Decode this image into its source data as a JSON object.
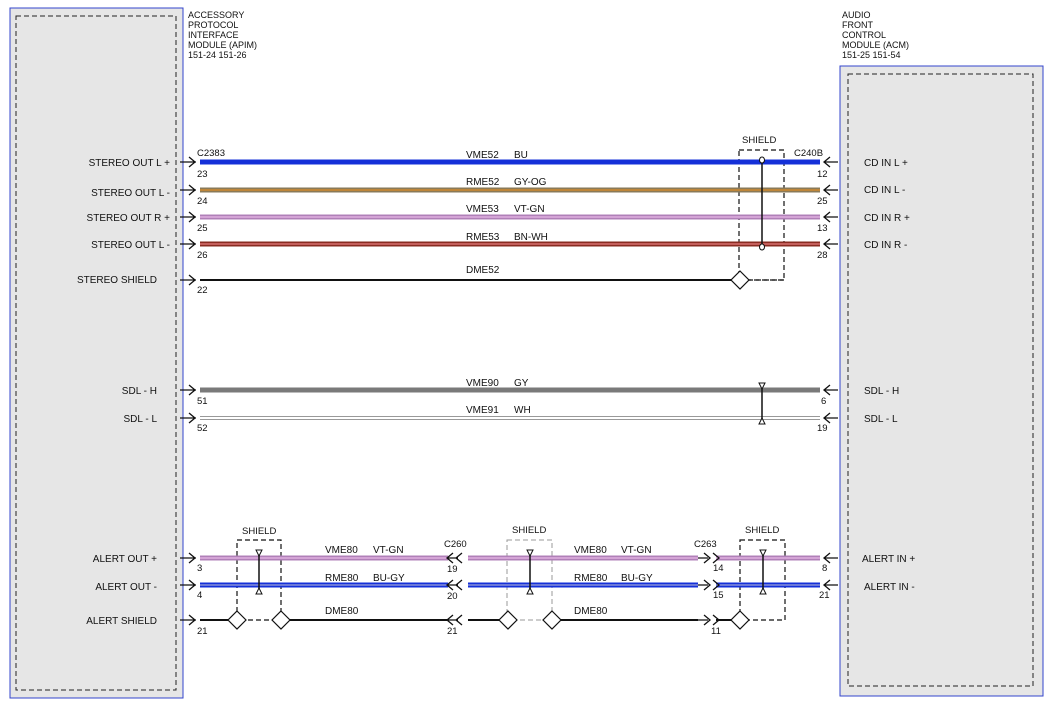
{
  "modules": {
    "left": {
      "lines": [
        "ACCESSORY",
        "PROTOCOL",
        "INTERFACE",
        "MODULE (APIM)",
        "151-24  151-26"
      ]
    },
    "right": {
      "lines": [
        "AUDIO",
        "FRONT",
        "CONTROL",
        "MODULE (ACM)",
        "151-25  151-54"
      ]
    }
  },
  "connectors": {
    "left_main": "C2383",
    "right_main": "C240B",
    "mid1": "C260",
    "mid2": "C263"
  },
  "shield_label": "SHIELD",
  "circuits": [
    {
      "left_label": "STEREO OUT L +",
      "right_label": "CD IN L +",
      "circuit": "VME52",
      "color_code": "BU",
      "left_pin": "23",
      "right_pin": "12",
      "wire_color": "#1530d8",
      "stripe_color": "#1530d8"
    },
    {
      "left_label": "STEREO OUT L -",
      "right_label": "CD IN L -",
      "circuit": "RME52",
      "color_code": "GY-OG",
      "left_pin": "24",
      "right_pin": "25",
      "wire_color": "#8a7a58",
      "stripe_color": "#d08a30"
    },
    {
      "left_label": "STEREO OUT R +",
      "right_label": "CD IN R +",
      "circuit": "VME53",
      "color_code": "VT-GN",
      "left_pin": "25",
      "right_pin": "13",
      "wire_color": "#b080b8",
      "stripe_color": "#e0b0e0"
    },
    {
      "left_label": "STEREO OUT L -",
      "right_label": "CD IN R -",
      "circuit": "RME53",
      "color_code": "BN-WH",
      "left_pin": "26",
      "right_pin": "28",
      "wire_color": "#8a2c22",
      "stripe_color": "#d87070"
    },
    {
      "left_label": "STEREO SHIELD",
      "right_label": "",
      "circuit": "DME52",
      "color_code": "",
      "left_pin": "22",
      "right_pin": "",
      "wire_color": "#111111",
      "stripe_color": "#111111"
    },
    {
      "left_label": "SDL - H",
      "right_label": "SDL - H",
      "circuit": "VME90",
      "color_code": "GY",
      "left_pin": "51",
      "right_pin": "6",
      "wire_color": "#7a7a7a",
      "stripe_color": "#7a7a7a"
    },
    {
      "left_label": "SDL - L",
      "right_label": "SDL - L",
      "circuit": "VME91",
      "color_code": "WH",
      "left_pin": "52",
      "right_pin": "19",
      "wire_color": "#777777",
      "stripe_color": "#ffffff"
    }
  ],
  "alert": {
    "circuits": [
      {
        "left_label": "ALERT OUT +",
        "right_label": "ALERT IN +",
        "circuit": "VME80",
        "color_code": "VT-GN",
        "pins": [
          "3",
          "19",
          "14",
          "8"
        ],
        "wire_color": "#b080b8",
        "stripe_color": "#e0b0e0"
      },
      {
        "left_label": "ALERT OUT -",
        "right_label": "ALERT IN -",
        "circuit": "RME80",
        "color_code": "BU-GY",
        "pins": [
          "4",
          "20",
          "15",
          "21"
        ],
        "wire_color": "#1530d8",
        "stripe_color": "#8890d8"
      },
      {
        "left_label": "ALERT SHIELD",
        "right_label": "",
        "circuit": "DME80",
        "color_code": "",
        "pins": [
          "21",
          "21",
          "11"
        ],
        "wire_color": "#111111",
        "stripe_color": "#111111"
      }
    ]
  }
}
